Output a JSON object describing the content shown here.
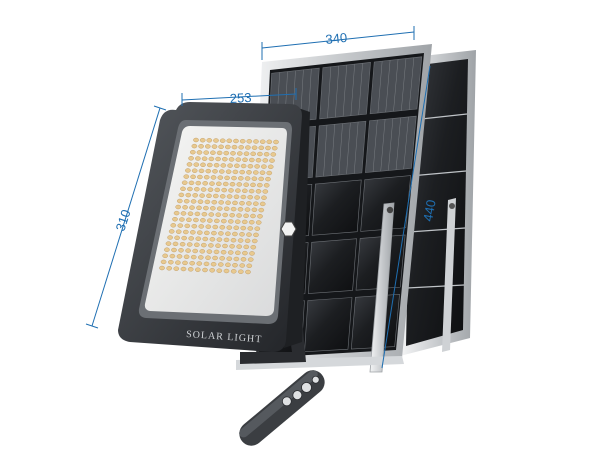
{
  "product": {
    "badge_text": "SOLAR LIGHT"
  },
  "dimensions": {
    "light_width": "253",
    "light_height": "310",
    "panel_width": "340",
    "panel_height": "440"
  },
  "colors": {
    "dimension_line": "#1f6fb2",
    "light_housing": "#3a3d41",
    "led_warm": "#e8c98f",
    "panel_cell": "#1b1d20",
    "frame": "#c9ccd0"
  }
}
